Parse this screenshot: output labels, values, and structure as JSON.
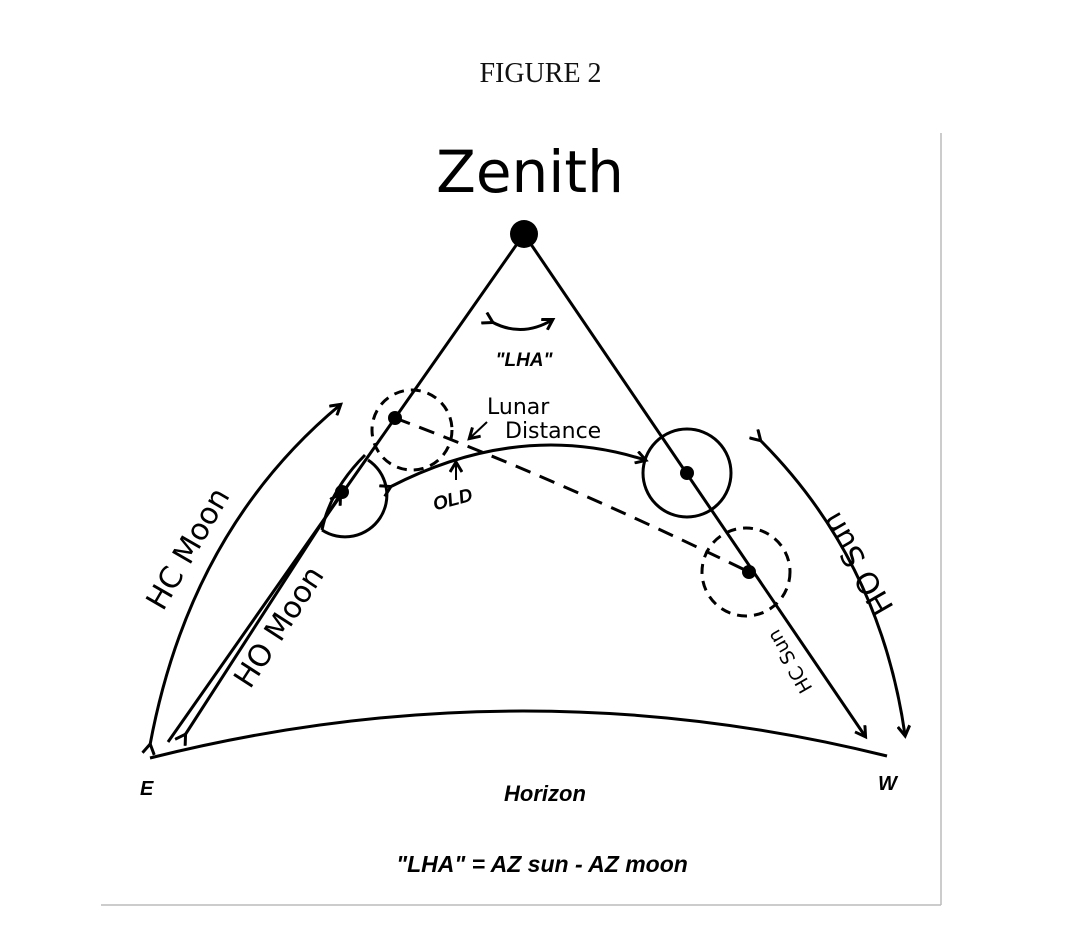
{
  "figure_label": "FIGURE 2",
  "diagram": {
    "zenith": "Zenith",
    "lha_marker": "\"LHA\"",
    "lunar": "Lunar",
    "distance": "Distance",
    "old": "OLD",
    "hc_moon": "HC Moon",
    "ho_moon": "HO Moon",
    "ho_sun": "HO Sun",
    "hc_sun": "HC Sun",
    "east": "E",
    "west": "W",
    "horizon": "Horizon",
    "formula": "\"LHA\" = AZ sun - AZ moon"
  }
}
